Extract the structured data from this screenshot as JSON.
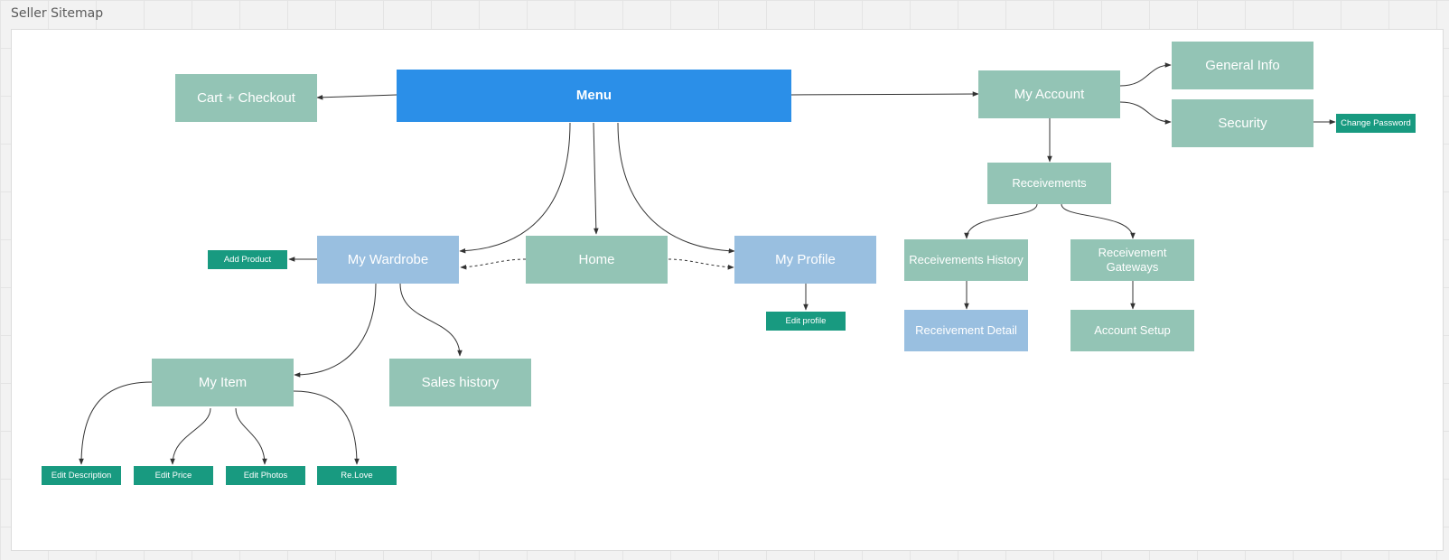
{
  "board": {
    "title": "Seller Sitemap"
  },
  "colors": {
    "page_node": "#93c4b5",
    "sub_page_node": "#99bfe0",
    "menu_node": "#2b8fe8",
    "action_node": "#189a80"
  },
  "nodes": {
    "menu": "Menu",
    "cart_checkout": "Cart + Checkout",
    "my_account": "My Account",
    "general_info": "General Info",
    "security": "Security",
    "change_password": "Change Password",
    "receivements": "Receivements",
    "receivements_history": "Receivements History",
    "receivement_gateways": "Receivement Gateways",
    "receivement_detail": "Receivement Detail",
    "account_setup": "Account Setup",
    "add_product": "Add Product",
    "my_wardrobe": "My Wardrobe",
    "home": "Home",
    "my_profile": "My Profile",
    "edit_profile": "Edit profile",
    "my_item": "My Item",
    "sales_history": "Sales history",
    "edit_description": "Edit Description",
    "edit_price": "Edit Price",
    "edit_photos": "Edit Photos",
    "relove": "Re.Love"
  }
}
